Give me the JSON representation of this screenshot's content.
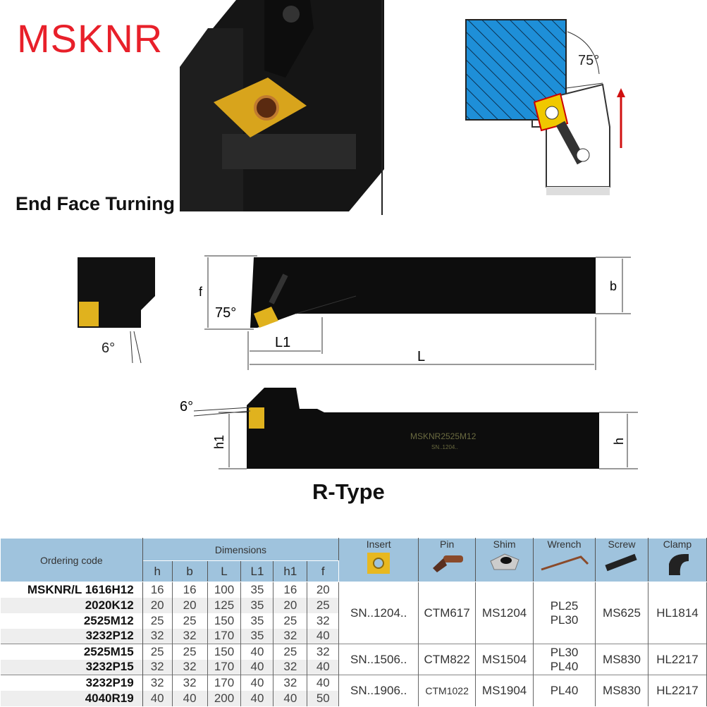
{
  "title": "MSKNR",
  "subtitle": "End Face Turning",
  "diagram": {
    "angle_top": "75°",
    "angle_side": "75°",
    "angle_end": "6°",
    "angle_end2": "6°",
    "dim_f": "f",
    "dim_b": "b",
    "dim_L1": "L1",
    "dim_L": "L",
    "dim_h1": "h1",
    "dim_h": "h",
    "engraving": "MSKNR2525M12",
    "engraving2": "SN..1204.."
  },
  "type_label": "R-Type",
  "table": {
    "headers": {
      "ordering_code": "Ordering code",
      "dimensions": "Dimensions",
      "dims": [
        "h",
        "b",
        "L",
        "L1",
        "h1",
        "f"
      ],
      "insert": "Insert",
      "pin": "Pin",
      "shim": "Shim",
      "wrench": "Wrench",
      "screw": "Screw",
      "clamp": "Clamp"
    },
    "rows": [
      {
        "code": "MSKNR/L  1616H12",
        "vals": [
          "16",
          "16",
          "100",
          "35",
          "16",
          "20"
        ]
      },
      {
        "code": "2020K12",
        "vals": [
          "20",
          "20",
          "125",
          "35",
          "20",
          "25"
        ]
      },
      {
        "code": "2525M12",
        "vals": [
          "25",
          "25",
          "150",
          "35",
          "25",
          "32"
        ]
      },
      {
        "code": "3232P12",
        "vals": [
          "32",
          "32",
          "170",
          "35",
          "32",
          "40"
        ]
      },
      {
        "code": "2525M15",
        "vals": [
          "25",
          "25",
          "150",
          "40",
          "25",
          "32"
        ]
      },
      {
        "code": "3232P15",
        "vals": [
          "32",
          "32",
          "170",
          "40",
          "32",
          "40"
        ]
      },
      {
        "code": "3232P19",
        "vals": [
          "32",
          "32",
          "170",
          "40",
          "32",
          "40"
        ]
      },
      {
        "code": "4040R19",
        "vals": [
          "40",
          "40",
          "200",
          "40",
          "40",
          "50"
        ]
      }
    ],
    "groups": [
      {
        "insert": "SN..1204..",
        "pin": "CTM617",
        "shim": "MS1204",
        "wrench": [
          "PL25",
          "PL30"
        ],
        "screw": "MS625",
        "clamp": "HL1814"
      },
      {
        "insert": "SN..1506..",
        "pin": "CTM822",
        "shim": "MS1504",
        "wrench": [
          "PL30",
          "PL40"
        ],
        "screw": "MS830",
        "clamp": "HL2217"
      },
      {
        "insert": "SN..1906..",
        "pin": "CTM1022",
        "shim": "MS1904",
        "wrench": [
          "PL40"
        ],
        "screw": "MS830",
        "clamp": "HL2217"
      }
    ]
  },
  "colors": {
    "title": "#e8202a",
    "header": "#9fc3dd",
    "insert_gold": "#e8b820",
    "blue": "#1e8fd8"
  }
}
